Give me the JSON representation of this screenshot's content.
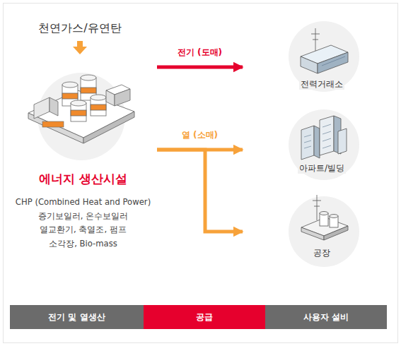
{
  "diagram": {
    "nodes": [
      {
        "text": [
          "에너지 생산시설",
          "CHP (Combined Heat and Power)",
          "증기보일러, 온수보일러",
          "열교환기, 축열조, 펌프",
          "소각장, Bio-mass"
        ]
      },
      {
        "text": [
          "전력거래소"
        ]
      },
      {
        "text": [
          "아파트/빌딩"
        ]
      },
      {
        "text": [
          "공장"
        ]
      },
      {
        "text": [
          "전기 및 열생산"
        ]
      },
      {
        "text": [
          "공급"
        ]
      },
      {
        "text": [
          "사용자 설비"
        ]
      }
    ],
    "edges": [
      {
        "from": 0,
        "to": 1,
        "arrow": "to",
        "label": "전기 (도매)"
      },
      {
        "from": 0,
        "to": 2,
        "arrow": "to",
        "label": "열 (소매)"
      },
      {
        "from": 0,
        "to": 3,
        "arrow": "to"
      }
    ],
    "labels": [
      "천연가스/유연탄"
    ]
  }
}
